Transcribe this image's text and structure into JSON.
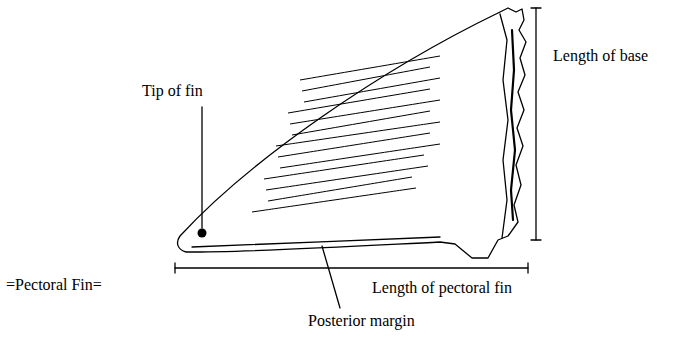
{
  "diagram": {
    "caption": "=Pectoral Fin=",
    "labels": [
      "Tip of fin",
      "Length of base",
      "Length of pectoral fin",
      "Posterior margin"
    ]
  }
}
